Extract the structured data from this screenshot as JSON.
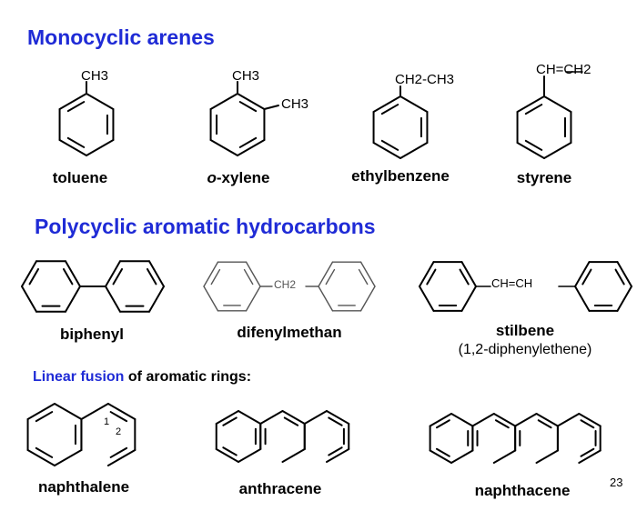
{
  "headings": {
    "monocyclic": "Monocyclic arenes",
    "polycyclic": "Polycyclic aromatic hydrocarbons"
  },
  "fusion_line": {
    "highlight": "Linear fusion",
    "rest": " of aromatic rings:"
  },
  "compounds": {
    "toluene": {
      "name": "toluene",
      "groups": [
        "CH3"
      ]
    },
    "oxylene": {
      "name_prefix": "o",
      "name_rest": "-xylene",
      "groups": [
        "CH3",
        "CH3"
      ]
    },
    "ethylbenzene": {
      "name": "ethylbenzene",
      "group": "CH2-CH3"
    },
    "styrene": {
      "name": "styrene",
      "group": "CH=CH2"
    },
    "biphenyl": {
      "name": "biphenyl"
    },
    "difenylmethan": {
      "name": "difenylmethan",
      "bridge": "CH2"
    },
    "stilbene": {
      "name": "stilbene",
      "subtitle": "(1,2-diphenylethene)",
      "bridge": "CH=CH"
    },
    "naphthalene": {
      "name": "naphthalene",
      "position_labels": [
        "1",
        "2"
      ]
    },
    "anthracene": {
      "name": "anthracene"
    },
    "naphthacene": {
      "name": "naphthacene"
    }
  },
  "page_number": "23",
  "colors": {
    "heading": "#1f2bd6",
    "bond": "#000000",
    "bond_light": "#555555"
  }
}
